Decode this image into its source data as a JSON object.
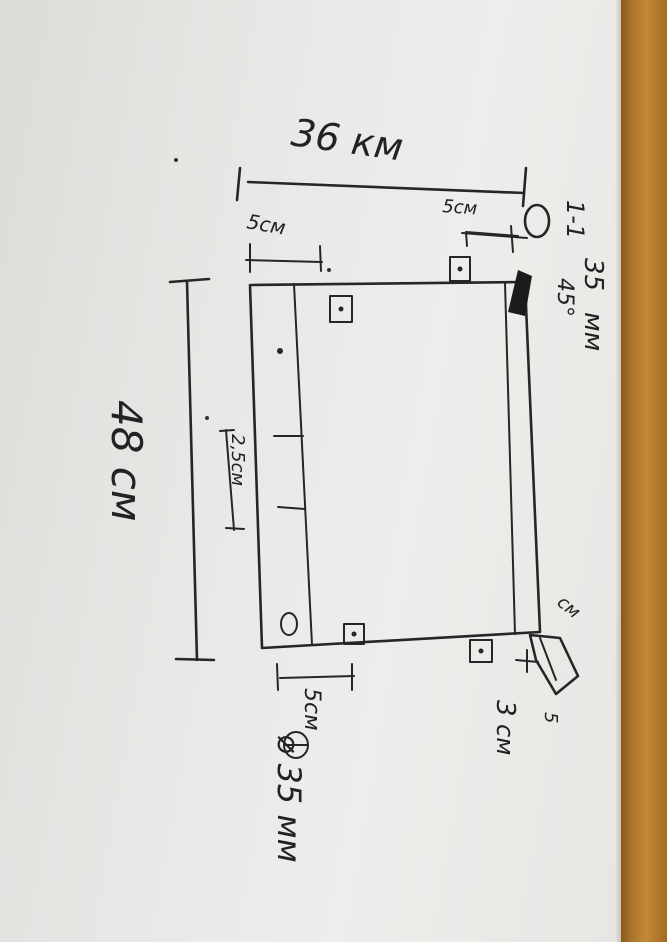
{
  "labels": {
    "width_total": "36 км",
    "height_total": "48 см",
    "dim_5a": "5см",
    "dim_5b": "5см",
    "dim_5c": "5см",
    "spacing": "2,5см",
    "section": "1-1",
    "profile_top": "35",
    "profile_mid": "мм",
    "profile_angle": "45°",
    "corner": "см",
    "bottom_pre": "3",
    "bottom_sup": "5",
    "bottom_unit": "см",
    "diameter": "⌀ 35 мм"
  },
  "colors": {
    "ink": "#262626",
    "paper": "#e9e8e6",
    "wood": "#b27a2e"
  }
}
